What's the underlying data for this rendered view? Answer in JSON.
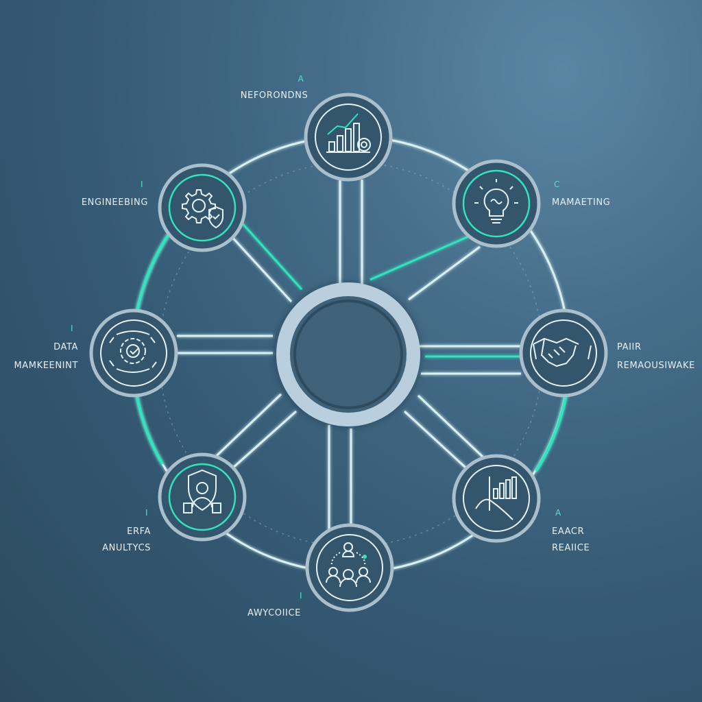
{
  "diagram": {
    "nodes": [
      {
        "id": "top",
        "letter": "A",
        "label": "NEFORONDNS",
        "icon": "growth-chart-icon"
      },
      {
        "id": "top-right",
        "letter": "C",
        "label": "MAMAETING",
        "icon": "lightbulb-icon"
      },
      {
        "id": "right",
        "line1": "PAIIR",
        "line2": "REMAOUSIWAKE",
        "icon": "handshake-icon"
      },
      {
        "id": "bottom-right",
        "letter": "A",
        "line1": "EAACR",
        "line2": "REAIICE",
        "icon": "bar-chart-icon"
      },
      {
        "id": "bottom",
        "letter": "I",
        "label": "AWYCOIICE",
        "icon": "team-network-icon"
      },
      {
        "id": "bottom-left",
        "letter": "I",
        "line1": "ERFA",
        "line2": "ANULTYCS",
        "icon": "shield-security-icon"
      },
      {
        "id": "left",
        "letter": "I",
        "line1": "DATA",
        "line2": "MAMKEENINT",
        "icon": "data-gear-icon"
      },
      {
        "id": "top-left",
        "letter": "I",
        "label": "ENGINEEBING",
        "icon": "gear-shield-icon"
      }
    ],
    "colors": {
      "ring": "#d8f1f2",
      "accent": "#33e3bd",
      "hub": "#b9cfdd",
      "node_fill": "#34566d",
      "background": "#3b6078"
    }
  }
}
